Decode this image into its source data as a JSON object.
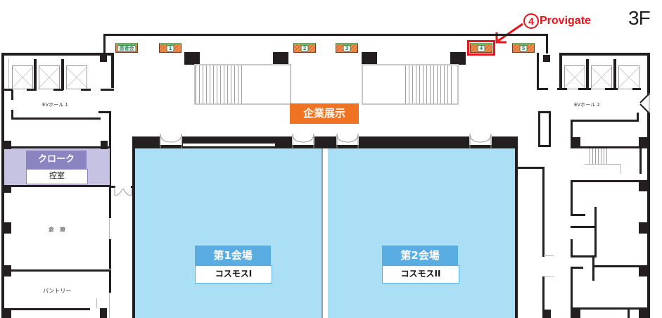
{
  "floor": {
    "label": "3F"
  },
  "annotation": {
    "number": "4",
    "text": "Provigate",
    "color": "#e8131b"
  },
  "booths": [
    {
      "id": "kanja",
      "label": "患者会"
    },
    {
      "id": "b1",
      "label": "1"
    },
    {
      "id": "b2",
      "label": "2"
    },
    {
      "id": "b3",
      "label": "3"
    },
    {
      "id": "b4",
      "label": "4"
    },
    {
      "id": "b5",
      "label": "5"
    }
  ],
  "exhibit": {
    "label": "企業展示",
    "color": "#f07323"
  },
  "rooms": {
    "ev_hall_1": "EVホール 1",
    "ev_hall_2": "EVホール 2",
    "cloak": {
      "title": "クローク",
      "subtitle": "控室",
      "color": "#8a84c0",
      "bg": "#c5c3e1"
    },
    "storage": "倉　庫",
    "pantry": "パントリー",
    "hall1": {
      "title": "第1会場",
      "subtitle": "コスモスI"
    },
    "hall2": {
      "title": "第2会場",
      "subtitle": "コスモスII"
    }
  },
  "colors": {
    "hall_bg": "#abdff6",
    "hall_label": "#5aade2",
    "wall": "#231f20"
  }
}
